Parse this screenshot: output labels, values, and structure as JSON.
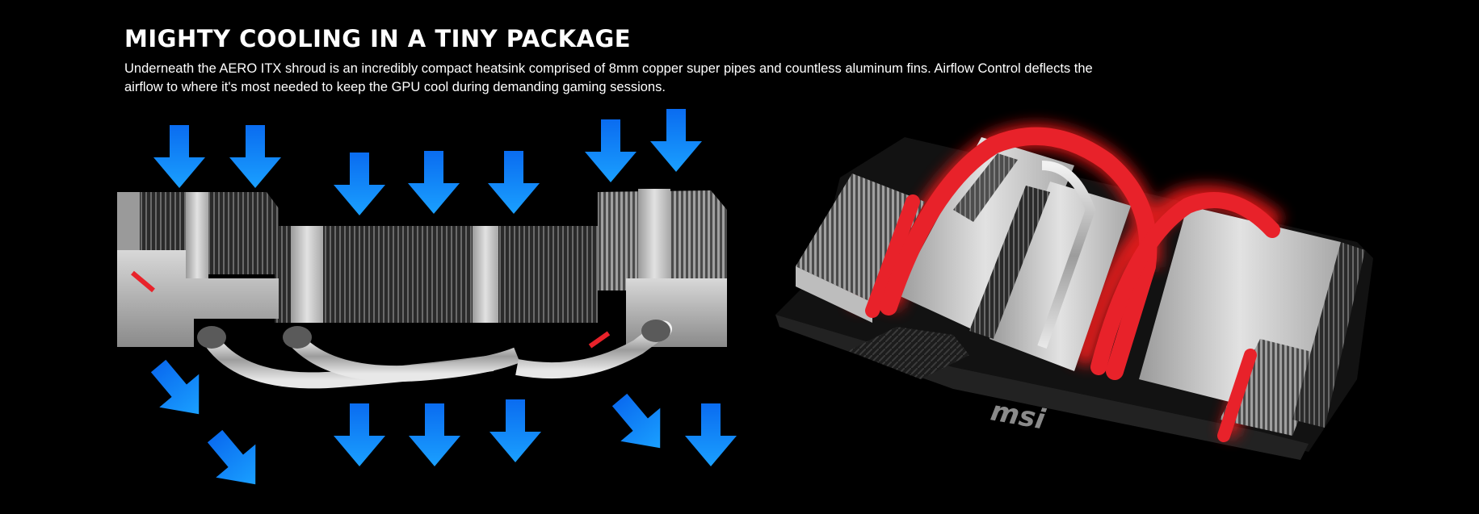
{
  "section": {
    "title": "MIGHTY COOLING IN A TINY PACKAGE",
    "description": "Underneath the AERO ITX shroud is an incredibly compact heatsink comprised of 8mm copper super pipes and countless aluminum fins. Airflow Control deflects the airflow to where it's most needed to keep the GPU cool during demanding gaming sessions."
  },
  "product_image": {
    "logo_text": "msi"
  },
  "colors": {
    "background": "#000000",
    "text": "#ffffff",
    "airflow_arrow": "#0a84ff",
    "heatpipe_red": "#e8222a",
    "aluminum": "#c8c8c8"
  },
  "icons": [
    "airflow-arrow-icon",
    "msi-logo"
  ]
}
